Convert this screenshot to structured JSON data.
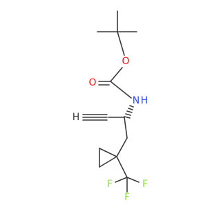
{
  "molecule": {
    "atoms": {
      "oxygen_carbonyl": "O",
      "oxygen_ester": "O",
      "nitrogen": "N",
      "amide_hydrogen": "H",
      "alkyne_hydrogen": "H",
      "fluorine_1": "F",
      "fluorine_2": "F",
      "fluorine_3": "F"
    }
  },
  "colors": {
    "bond": "#3a3a3a",
    "oxygen": "#ff0d0d",
    "nitrogen": "#3050f8",
    "fluorine": "#90e050",
    "hydrogen": "#3a3a3a"
  }
}
